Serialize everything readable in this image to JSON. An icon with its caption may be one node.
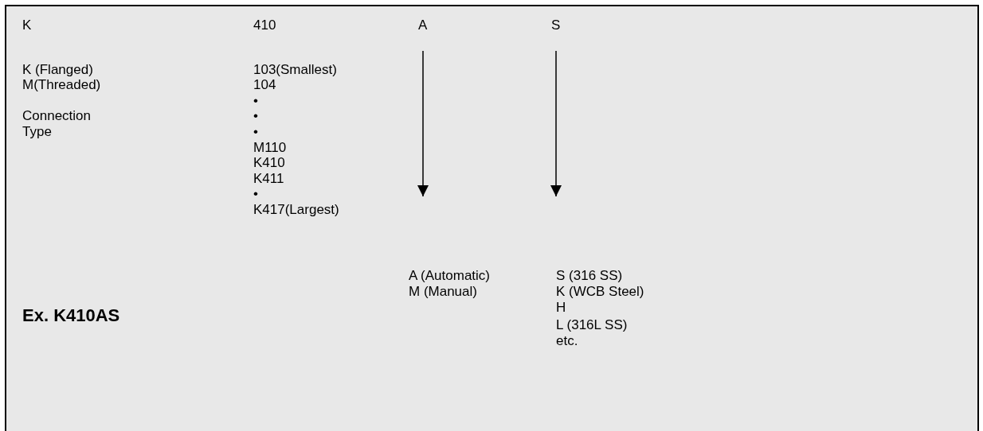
{
  "diagram": {
    "nodes": [
      {
        "text": [
          "A"
        ]
      },
      {
        "text": [
          "S"
        ]
      },
      {
        "text": [
          "A (Automatic)",
          "M (Manual)"
        ]
      },
      {
        "text": [
          "S (316 SS)",
          "K (WCB Steel)",
          "H",
          "L (316L SS)",
          "etc."
        ]
      }
    ],
    "edges": [
      {
        "from": 0,
        "to": 2,
        "arrow": "to"
      },
      {
        "from": 1,
        "to": 3,
        "arrow": "to"
      }
    ],
    "labels": [
      "K",
      "410",
      "K (Flanged)",
      "M(Threaded)",
      "Connection Type",
      "103(Smallest)",
      "104",
      "•",
      "•",
      "•",
      "M110",
      "K410",
      "K411",
      "•",
      "K417(Largest)",
      "Ex. K410AS"
    ]
  }
}
